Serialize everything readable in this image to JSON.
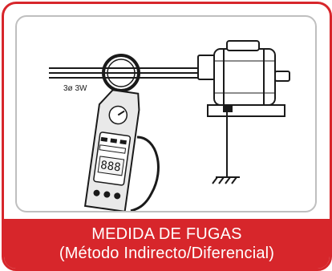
{
  "caption": {
    "title": "MEDIDA DE FUGAS",
    "subtitle": "(Método Indirecto/Diferencial)"
  },
  "illustration": {
    "wire_label": "3ø 3W",
    "meter_display": "888",
    "icons": [
      "clamp-meter-icon",
      "electric-motor-icon",
      "ground-symbol-icon"
    ]
  },
  "colors": {
    "accent": "#d7262b",
    "frame": "#bfbfbf",
    "line_art": "#1a1a1a",
    "meter_body": "#e9e9e9"
  }
}
